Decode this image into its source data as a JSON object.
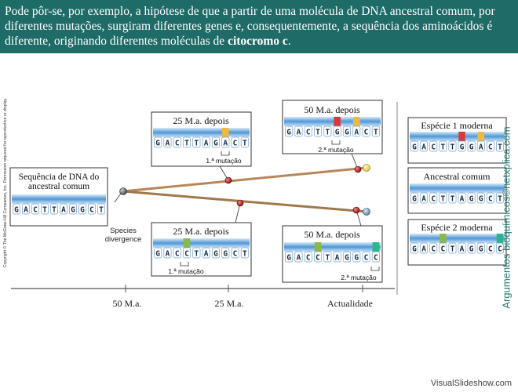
{
  "banner": {
    "text": "Pode pôr-se, por exemplo, a hipótese de que a partir de uma molécula de DNA ancestral comum, por diferentes mutações, surgiram diferentes genes e, consequentemente, a sequência dos aminoácidos é diferente, originando diferentes moléculas de ",
    "bold": "citocromo c",
    "end": "."
  },
  "ancestral_box": {
    "title_line1": "Sequência de DNA do",
    "title_line2": "ancestral comum",
    "sequence": "GACTTAGGCT"
  },
  "divergence_label": {
    "line1": "Species",
    "line2": "divergence"
  },
  "boxes": {
    "upper_25": {
      "title": "25 M.a. depois",
      "sequence": "GACTTAGACT",
      "mutation_label": "1.ª mutação"
    },
    "upper_50": {
      "title": "50 M.a. depois",
      "sequence": "GACTTGGACT",
      "mutation_label": "2.ª mutação"
    },
    "lower_25": {
      "title": "25 M.a. depois",
      "sequence": "GACCTAGGCT",
      "mutation_label": "1.ª mutação"
    },
    "lower_50": {
      "title": "50 M.a. depois",
      "sequence": "GACCTAGGCC",
      "mutation_label": "2.ª mutação"
    }
  },
  "right_panel": {
    "especie1": {
      "title": "Espécie 1 moderna",
      "sequence": "GACTTGGACT"
    },
    "ancestral": {
      "title": "Ancestral comum",
      "sequence": "GACTTAGGCT"
    },
    "especie2": {
      "title": "Espécie 2 moderna",
      "sequence": "GACCTAGGCC"
    }
  },
  "axis": {
    "ticks": [
      "50 M.a.",
      "25 M.a.",
      "Actualidade"
    ]
  },
  "copyright": "Copyright © The McGraw-Hill Companies, Inc. Permission required for reproduction or display.",
  "credit": "Argumentos bioquímicos©netxplica.com",
  "footer": "VisualSlideshow.com",
  "colors": {
    "banner_bg": "#1f6b67",
    "upper_branch": "#b8865a",
    "lower_branch": "#a0784c",
    "mutation_red": "#d83a3a",
    "mutation_yellow": "#f0b840",
    "mutation_green": "#8cb84a",
    "mutation_teal": "#2bb58a"
  }
}
